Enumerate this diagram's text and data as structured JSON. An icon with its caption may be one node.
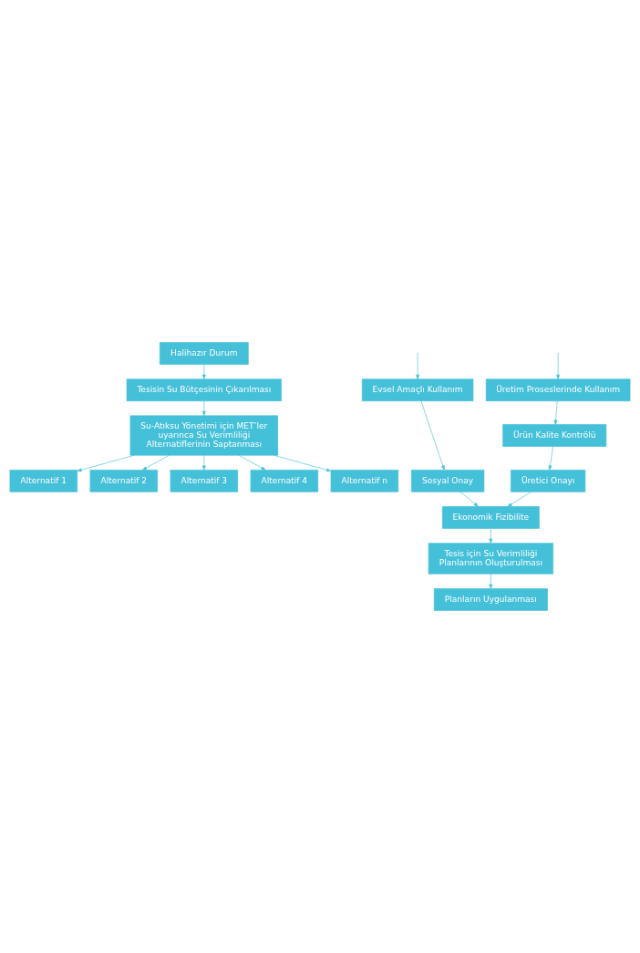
{
  "diagram": {
    "nodes": [
      {
        "text": [
          "Halihazır Durum"
        ]
      },
      {
        "text": [
          "Tesisin Su Bütçesinin Çıkarılması"
        ]
      },
      {
        "text": [
          "Su-Atıksu Yönetimi için MET’ler uyarınca Su Verimliliği Alternatiflerinin Saptanması"
        ]
      },
      {
        "text": [
          "Alternatif 1"
        ]
      },
      {
        "text": [
          "Alternatif 2"
        ]
      },
      {
        "text": [
          "Alternatif 3"
        ]
      },
      {
        "text": [
          "Alternatif 4"
        ]
      },
      {
        "text": [
          "Alternatif n"
        ]
      },
      {
        "text": [
          "Üretim Proseslerinde Kullanım"
        ]
      },
      {
        "text": [
          "Evsel Amaçlı Kullanım"
        ]
      },
      {
        "text": [
          "Ürün Kalite Kontrölü"
        ]
      },
      {
        "text": [
          "Üretici Onayı"
        ]
      },
      {
        "text": [
          "Sosyal Onay"
        ]
      },
      {
        "text": [
          "Ekonomik Fizibilite"
        ]
      },
      {
        "text": [
          "Tesis için Su Verimliliği Planlarının Oluşturulması"
        ]
      },
      {
        "text": [
          "Planların Uygulanması"
        ]
      }
    ],
    "edges": [
      {
        "from": 0,
        "to": 1,
        "arrow": "to"
      },
      {
        "from": 1,
        "to": 2,
        "arrow": "to"
      },
      {
        "from": 2,
        "to": 3,
        "arrow": "to"
      },
      {
        "from": 2,
        "to": 4,
        "arrow": "to"
      },
      {
        "from": 2,
        "to": 5,
        "arrow": "to"
      },
      {
        "from": 2,
        "to": 6,
        "arrow": "to"
      },
      {
        "from": 2,
        "to": 7,
        "arrow": "to"
      },
      {
        "from": null,
        "to": 8,
        "arrow": "to"
      },
      {
        "from": null,
        "to": 9,
        "arrow": "to"
      },
      {
        "from": 8,
        "to": 10,
        "arrow": "to"
      },
      {
        "from": 10,
        "to": 11,
        "arrow": "to"
      },
      {
        "from": 9,
        "to": 12,
        "arrow": "to"
      },
      {
        "from": 11,
        "to": 13,
        "arrow": "to"
      },
      {
        "from": 12,
        "to": 13,
        "arrow": "to"
      },
      {
        "from": 13,
        "to": 14,
        "arrow": "to"
      },
      {
        "from": 14,
        "to": 15,
        "arrow": "to"
      }
    ]
  }
}
